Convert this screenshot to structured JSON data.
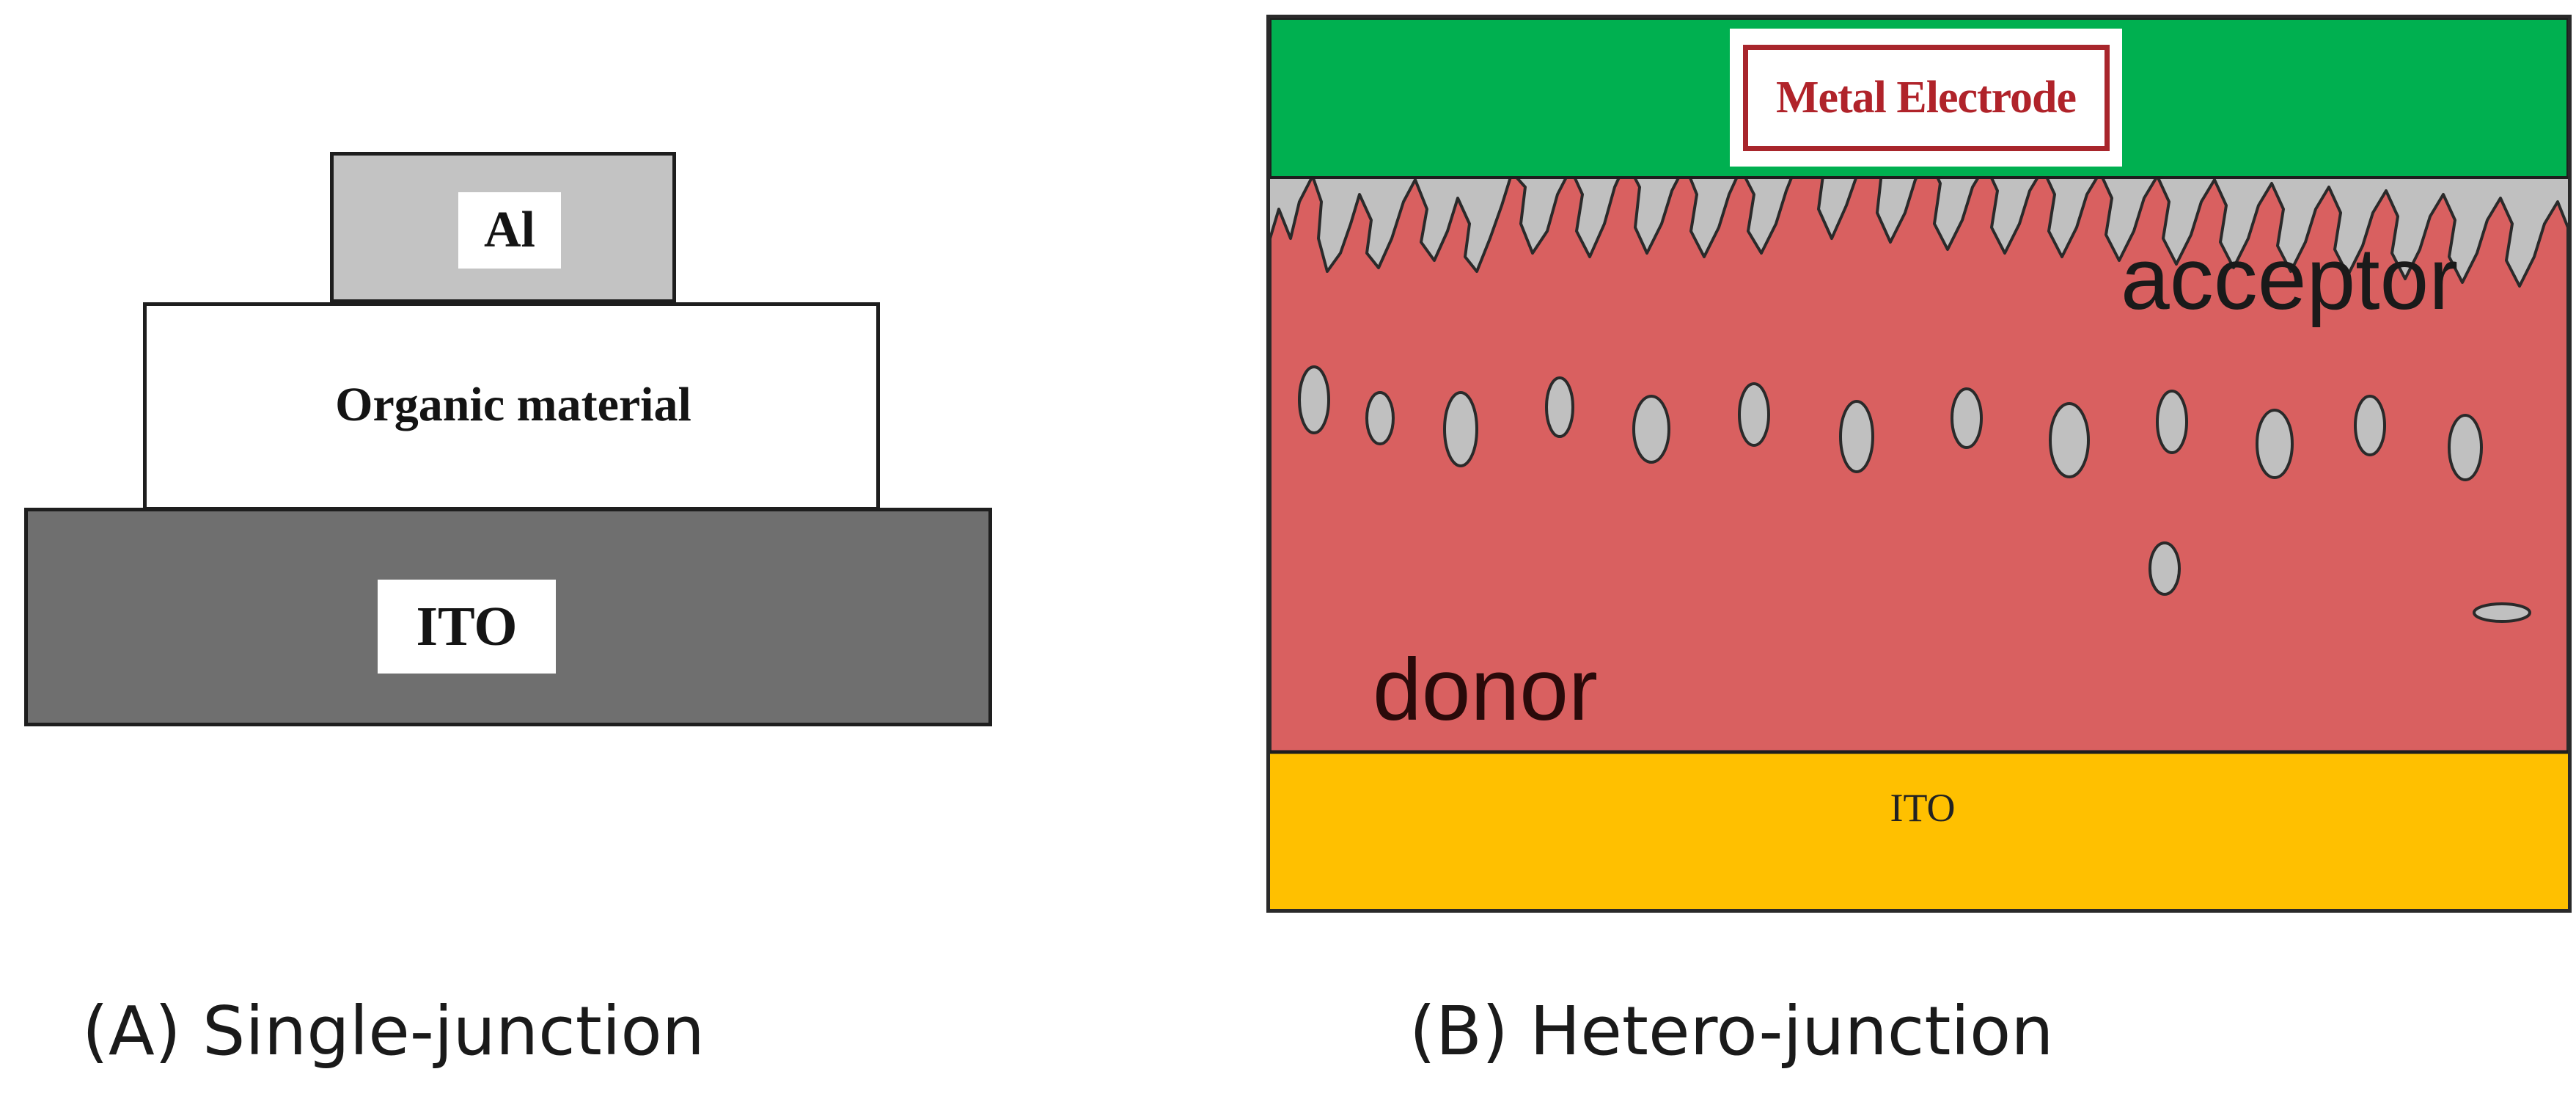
{
  "panel_a": {
    "layers": {
      "top": "Al",
      "middle": "Organic material",
      "bottom": "ITO"
    },
    "caption": "(A) Single-junction",
    "colors": {
      "al": "#c3c3c3",
      "organic": "#ffffff",
      "ito": "#6f6f6f"
    }
  },
  "panel_b": {
    "metal_label": "Metal Electrode",
    "acceptor_label": "acceptor",
    "donor_label": "donor",
    "ito_label": "ITO",
    "caption": "(B) Hetero-junction",
    "colors": {
      "metal": "#00b050",
      "acceptor": "#c0c0c0",
      "donor": "#d96060",
      "ito": "#ffc000",
      "metal_label_text": "#b0232a"
    }
  }
}
